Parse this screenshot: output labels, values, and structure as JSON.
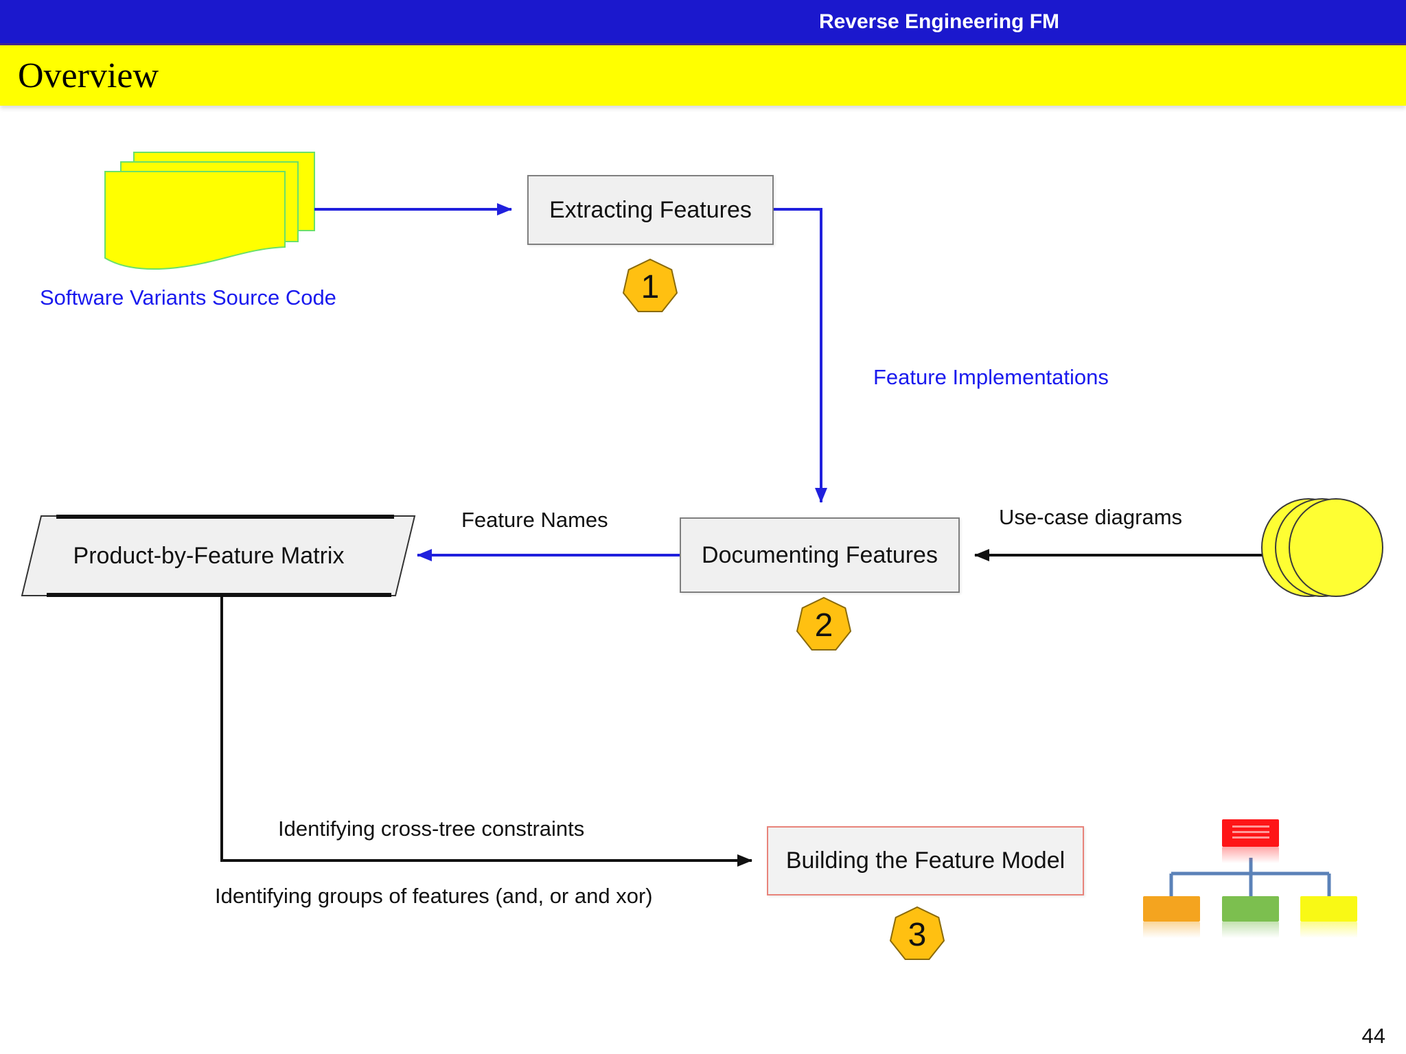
{
  "header": {
    "app_title": "Reverse Engineering FM",
    "slide_title": "Overview"
  },
  "diagram": {
    "source_label": "Software Variants Source Code",
    "extracting": {
      "label": "Extracting Features",
      "step": "1"
    },
    "feature_implementations_label": "Feature Implementations",
    "documenting": {
      "label": "Documenting Features",
      "step": "2"
    },
    "feature_names_label": "Feature Names",
    "use_case_label": "Use-case diagrams",
    "matrix_label": "Product-by-Feature Matrix",
    "cross_tree_label": "Identifying cross-tree constraints",
    "groups_label": "Identifying groups of features (and, or and xor)",
    "building": {
      "label": "Building the Feature Model",
      "step": "3"
    }
  },
  "footer": {
    "page_number": "44"
  },
  "colors": {
    "topbar_blue": "#1b18cd",
    "section_yellow": "#ffff00",
    "arrow_blue": "#2020dd",
    "arrow_black": "#111111",
    "label_blue": "#1a1aee",
    "process_box_fill": "#f0f0f0",
    "process_box_border": "#7f7f7f",
    "building_box_border": "#e8837a",
    "badge_fill": "#ffc011",
    "badge_border": "#8a6a0a",
    "document_fill": "#ffff00",
    "document_border": "#6ae06a",
    "usecase_ellipse_fill": "#fefe33",
    "mini_connector_blue": "#5b82b8",
    "mini_root_red": "#fe1517",
    "mini_orange": "#f4a41f",
    "mini_green": "#7cbf4f",
    "mini_yellow": "#f9f915"
  }
}
